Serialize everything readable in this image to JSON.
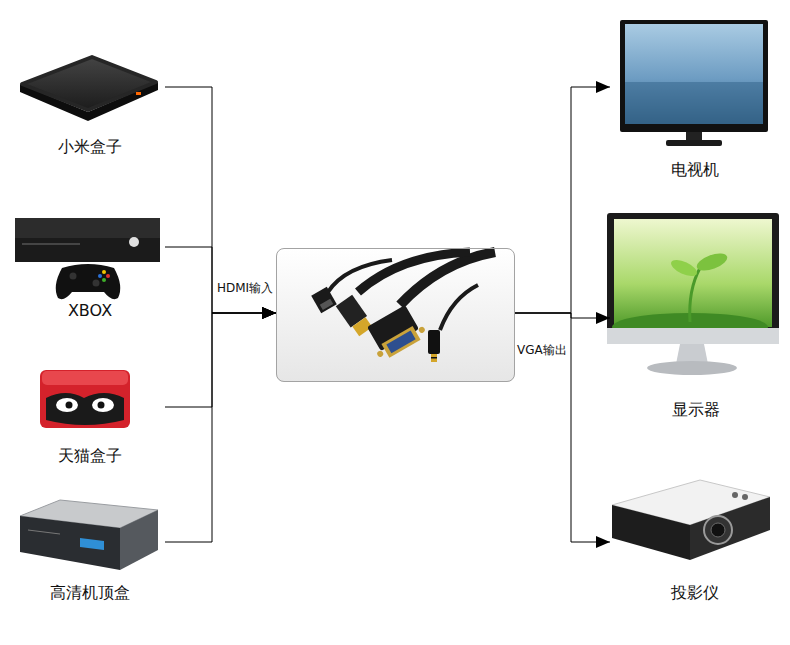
{
  "diagram": {
    "nodes": [
      {
        "text": [
          "小米盒子"
        ]
      },
      {
        "text": [
          "XBOX"
        ]
      },
      {
        "text": [
          "天猫盒子"
        ]
      },
      {
        "text": [
          "高清机顶盒"
        ]
      },
      {
        "text": [
          "HDMI输入",
          "VGA输出"
        ]
      },
      {
        "text": [
          "电视机"
        ]
      },
      {
        "text": [
          "显示器"
        ]
      },
      {
        "text": [
          "投影仪"
        ]
      }
    ],
    "edges": [
      {
        "from": 0,
        "to": 4,
        "arrow": "to"
      },
      {
        "from": 1,
        "to": 4,
        "arrow": "to"
      },
      {
        "from": 2,
        "to": 4,
        "arrow": "to"
      },
      {
        "from": 3,
        "to": 4,
        "arrow": "to"
      },
      {
        "from": 4,
        "to": 5,
        "arrow": "to"
      },
      {
        "from": 4,
        "to": 6,
        "arrow": "to"
      },
      {
        "from": 4,
        "to": 7,
        "arrow": "to"
      }
    ]
  }
}
